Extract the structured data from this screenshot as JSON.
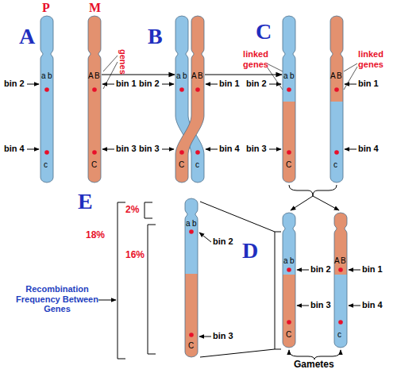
{
  "diagram": {
    "nodes": [
      {
        "text": [
          "a",
          "b",
          "c"
        ]
      },
      {
        "text": [
          "A",
          "B",
          "C"
        ]
      },
      {
        "text": [
          "a",
          "b",
          "c"
        ]
      },
      {
        "text": [
          "A",
          "B",
          "C"
        ]
      },
      {
        "text": [
          "a",
          "b",
          "C"
        ]
      },
      {
        "text": [
          "A",
          "B",
          "c"
        ]
      },
      {
        "text": [
          "a",
          "b",
          "C"
        ]
      },
      {
        "text": [
          "a",
          "b",
          "C"
        ]
      },
      {
        "text": [
          "A",
          "B",
          "c"
        ]
      }
    ],
    "edges": [
      {
        "from": 1,
        "to": 2,
        "arrow": "to"
      },
      {
        "from": 3,
        "to": 4,
        "arrow": "to"
      }
    ],
    "labels": [
      "P",
      "M",
      "A",
      "genes",
      "bin 2",
      "bin 1",
      "bin 4",
      "bin 3",
      "B",
      "bin 2",
      "bin 1",
      "bin 3",
      "bin 4",
      "C",
      "linked genes",
      "linked genes",
      "bin 2",
      "bin 1",
      "bin 3",
      "bin 4",
      "E",
      "2%",
      "18%",
      "16%",
      "Recombination Frequency Between Genes",
      "bin 2",
      "bin 3",
      "D",
      "bin 2",
      "bin 1",
      "bin 3",
      "bin 4",
      "Gametes"
    ]
  }
}
